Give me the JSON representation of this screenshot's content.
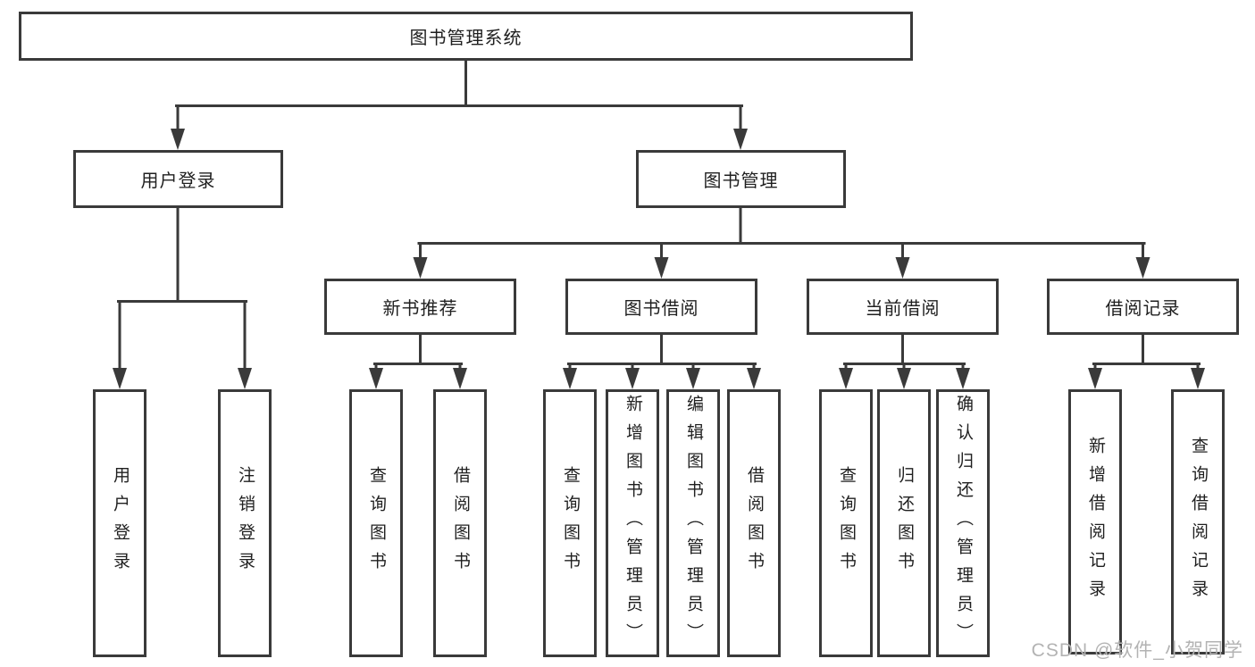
{
  "colors": {
    "line": "#3a3a3a",
    "text": "#1f1f1f",
    "watermark": "#b3b3b3",
    "background": "#ffffff"
  },
  "nodes": {
    "root": {
      "label": "图书管理系统"
    },
    "level2": [
      {
        "label": "用户登录"
      },
      {
        "label": "图书管理"
      }
    ],
    "level3": [
      {
        "label": "新书推荐"
      },
      {
        "label": "图书借阅"
      },
      {
        "label": "当前借阅"
      },
      {
        "label": "借阅记录"
      }
    ],
    "leaves": [
      {
        "label": "用户登录"
      },
      {
        "label": "注销登录"
      },
      {
        "label": "查询图书"
      },
      {
        "label": "借阅图书"
      },
      {
        "label": "查询图书"
      },
      {
        "label": "新增图书（管理员）"
      },
      {
        "label": "编辑图书（管理员）"
      },
      {
        "label": "借阅图书"
      },
      {
        "label": "查询图书"
      },
      {
        "label": "归还图书"
      },
      {
        "label": "确认归还（管理员）"
      },
      {
        "label": "新增借阅记录"
      },
      {
        "label": "查询借阅记录"
      }
    ]
  },
  "watermark": "CSDN @软件_小贺同学"
}
